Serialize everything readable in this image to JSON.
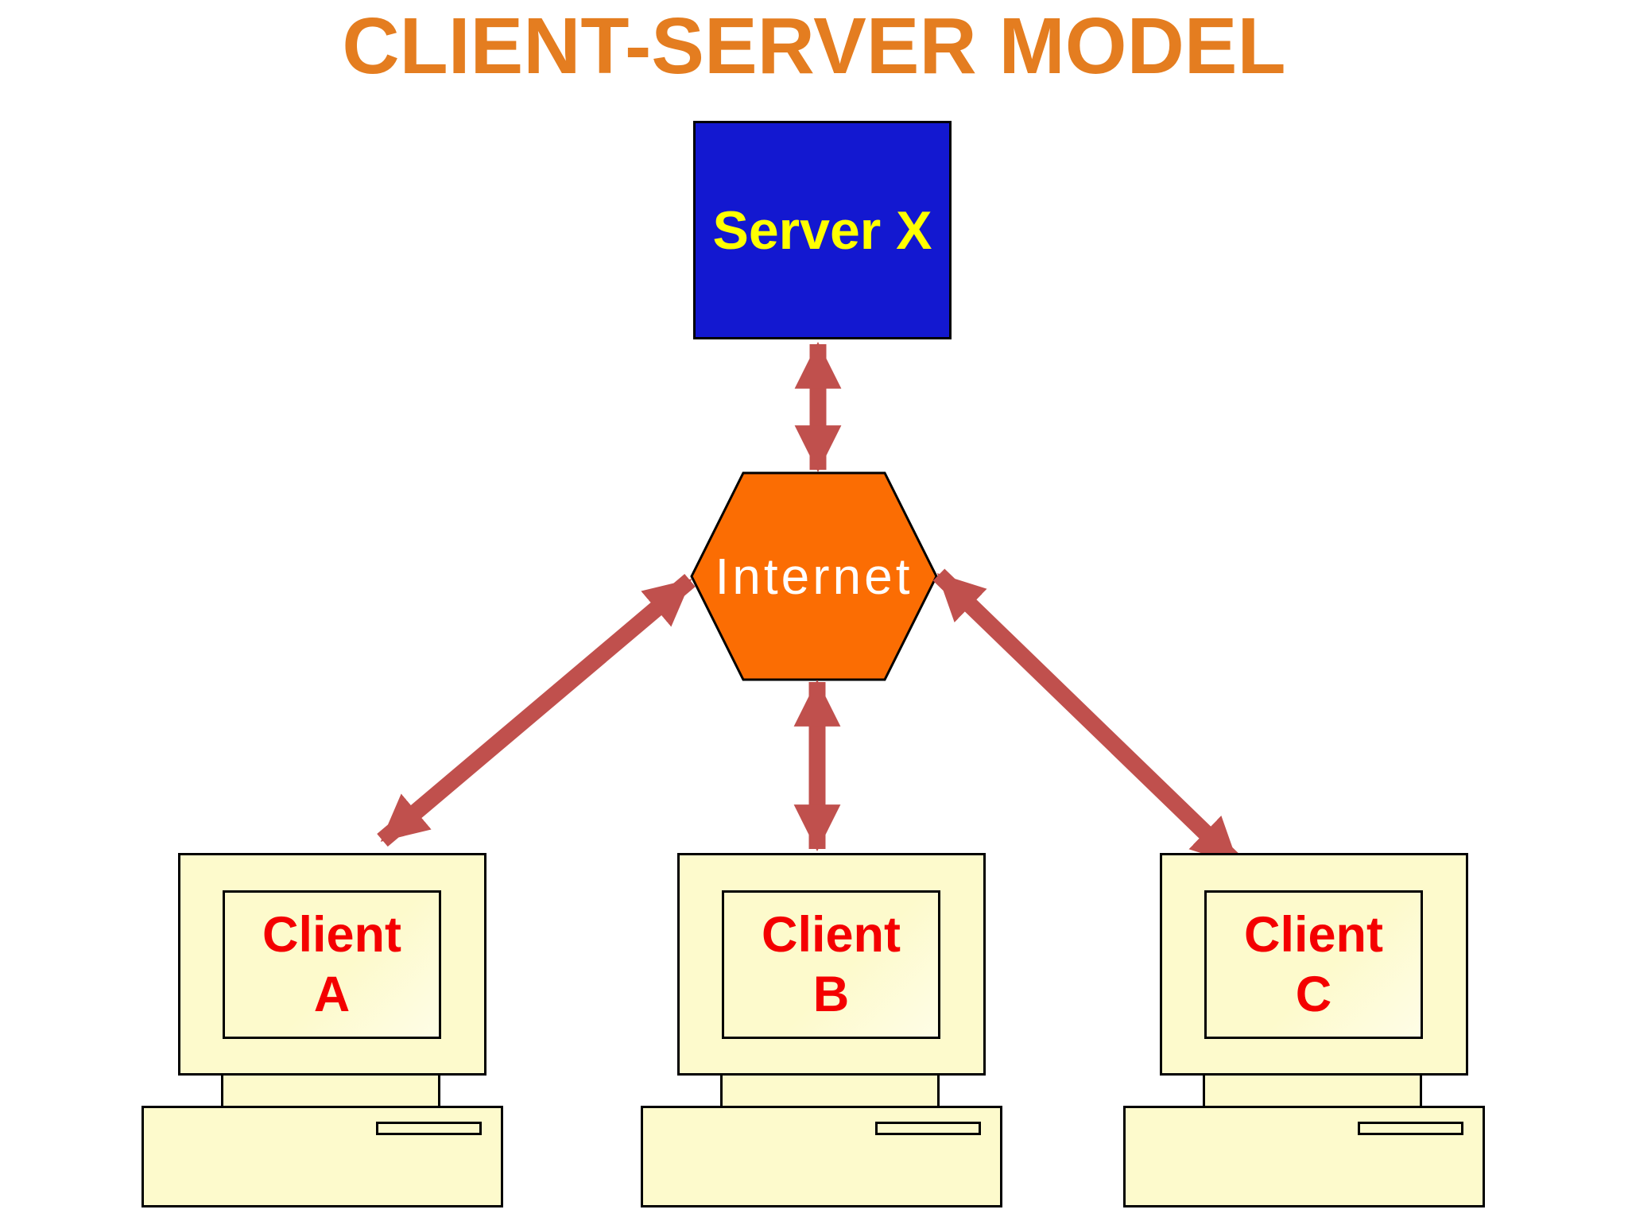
{
  "title": {
    "text": "CLIENT-SERVER MODEL"
  },
  "server": {
    "label": "Server X"
  },
  "internet": {
    "label": "Internet"
  },
  "clients": [
    {
      "name": "Client A",
      "line1": "Client",
      "line2": "A"
    },
    {
      "name": "Client B",
      "line1": "Client",
      "line2": "B"
    },
    {
      "name": "Client C",
      "line1": "Client",
      "line2": "C"
    }
  ],
  "connections": [
    {
      "from": "Server X",
      "to": "Internet",
      "type": "bidirectional-arrow"
    },
    {
      "from": "Internet",
      "to": "Client A",
      "type": "bidirectional-arrow"
    },
    {
      "from": "Internet",
      "to": "Client B",
      "type": "bidirectional-arrow"
    },
    {
      "from": "Internet",
      "to": "Client C",
      "type": "bidirectional-arrow"
    }
  ],
  "colors": {
    "title_color": "#E47D20",
    "server_fill": "#1318D0",
    "server_text": "#FFFF00",
    "internet_fill": "#FB6D03",
    "internet_text": "#FFFFFF",
    "client_fill": "#FDFACC",
    "client_text": "#F40000",
    "arrow_color": "#C0504D",
    "outline_color": "#000000"
  }
}
